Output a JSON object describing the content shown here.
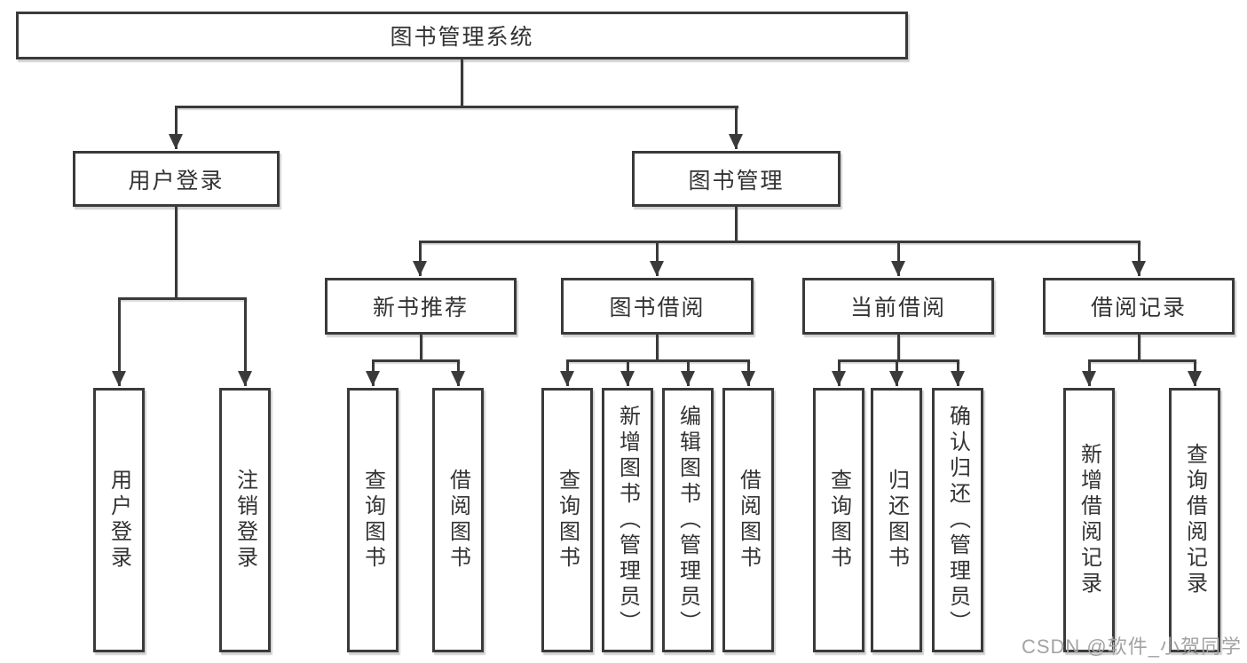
{
  "colors": {
    "line": "#3a3a3a",
    "node_border": "#3a3a3a",
    "node_background": "#ffffff",
    "text": "#333333",
    "watermark": "#a3a3a3",
    "page_background": "#ffffff"
  },
  "tree": {
    "root": {
      "label": "图书管理系统",
      "children": [
        {
          "label": "用户登录",
          "children": [
            {
              "label": "用户登录"
            },
            {
              "label": "注销登录"
            }
          ]
        },
        {
          "label": "图书管理",
          "children": [
            {
              "label": "新书推荐",
              "children": [
                {
                  "label": "查询图书"
                },
                {
                  "label": "借阅图书"
                }
              ]
            },
            {
              "label": "图书借阅",
              "children": [
                {
                  "label": "查询图书"
                },
                {
                  "label": "新增图书（管理员）"
                },
                {
                  "label": "编辑图书（管理员）"
                },
                {
                  "label": "借阅图书"
                }
              ]
            },
            {
              "label": "当前借阅",
              "children": [
                {
                  "label": "查询图书"
                },
                {
                  "label": "归还图书"
                },
                {
                  "label": "确认归还（管理员）"
                }
              ]
            },
            {
              "label": "借阅记录",
              "children": [
                {
                  "label": "新增借阅记录"
                },
                {
                  "label": "查询借阅记录"
                }
              ]
            }
          ]
        }
      ]
    }
  },
  "watermark": {
    "text": "CSDN @软件_小贺同学"
  }
}
